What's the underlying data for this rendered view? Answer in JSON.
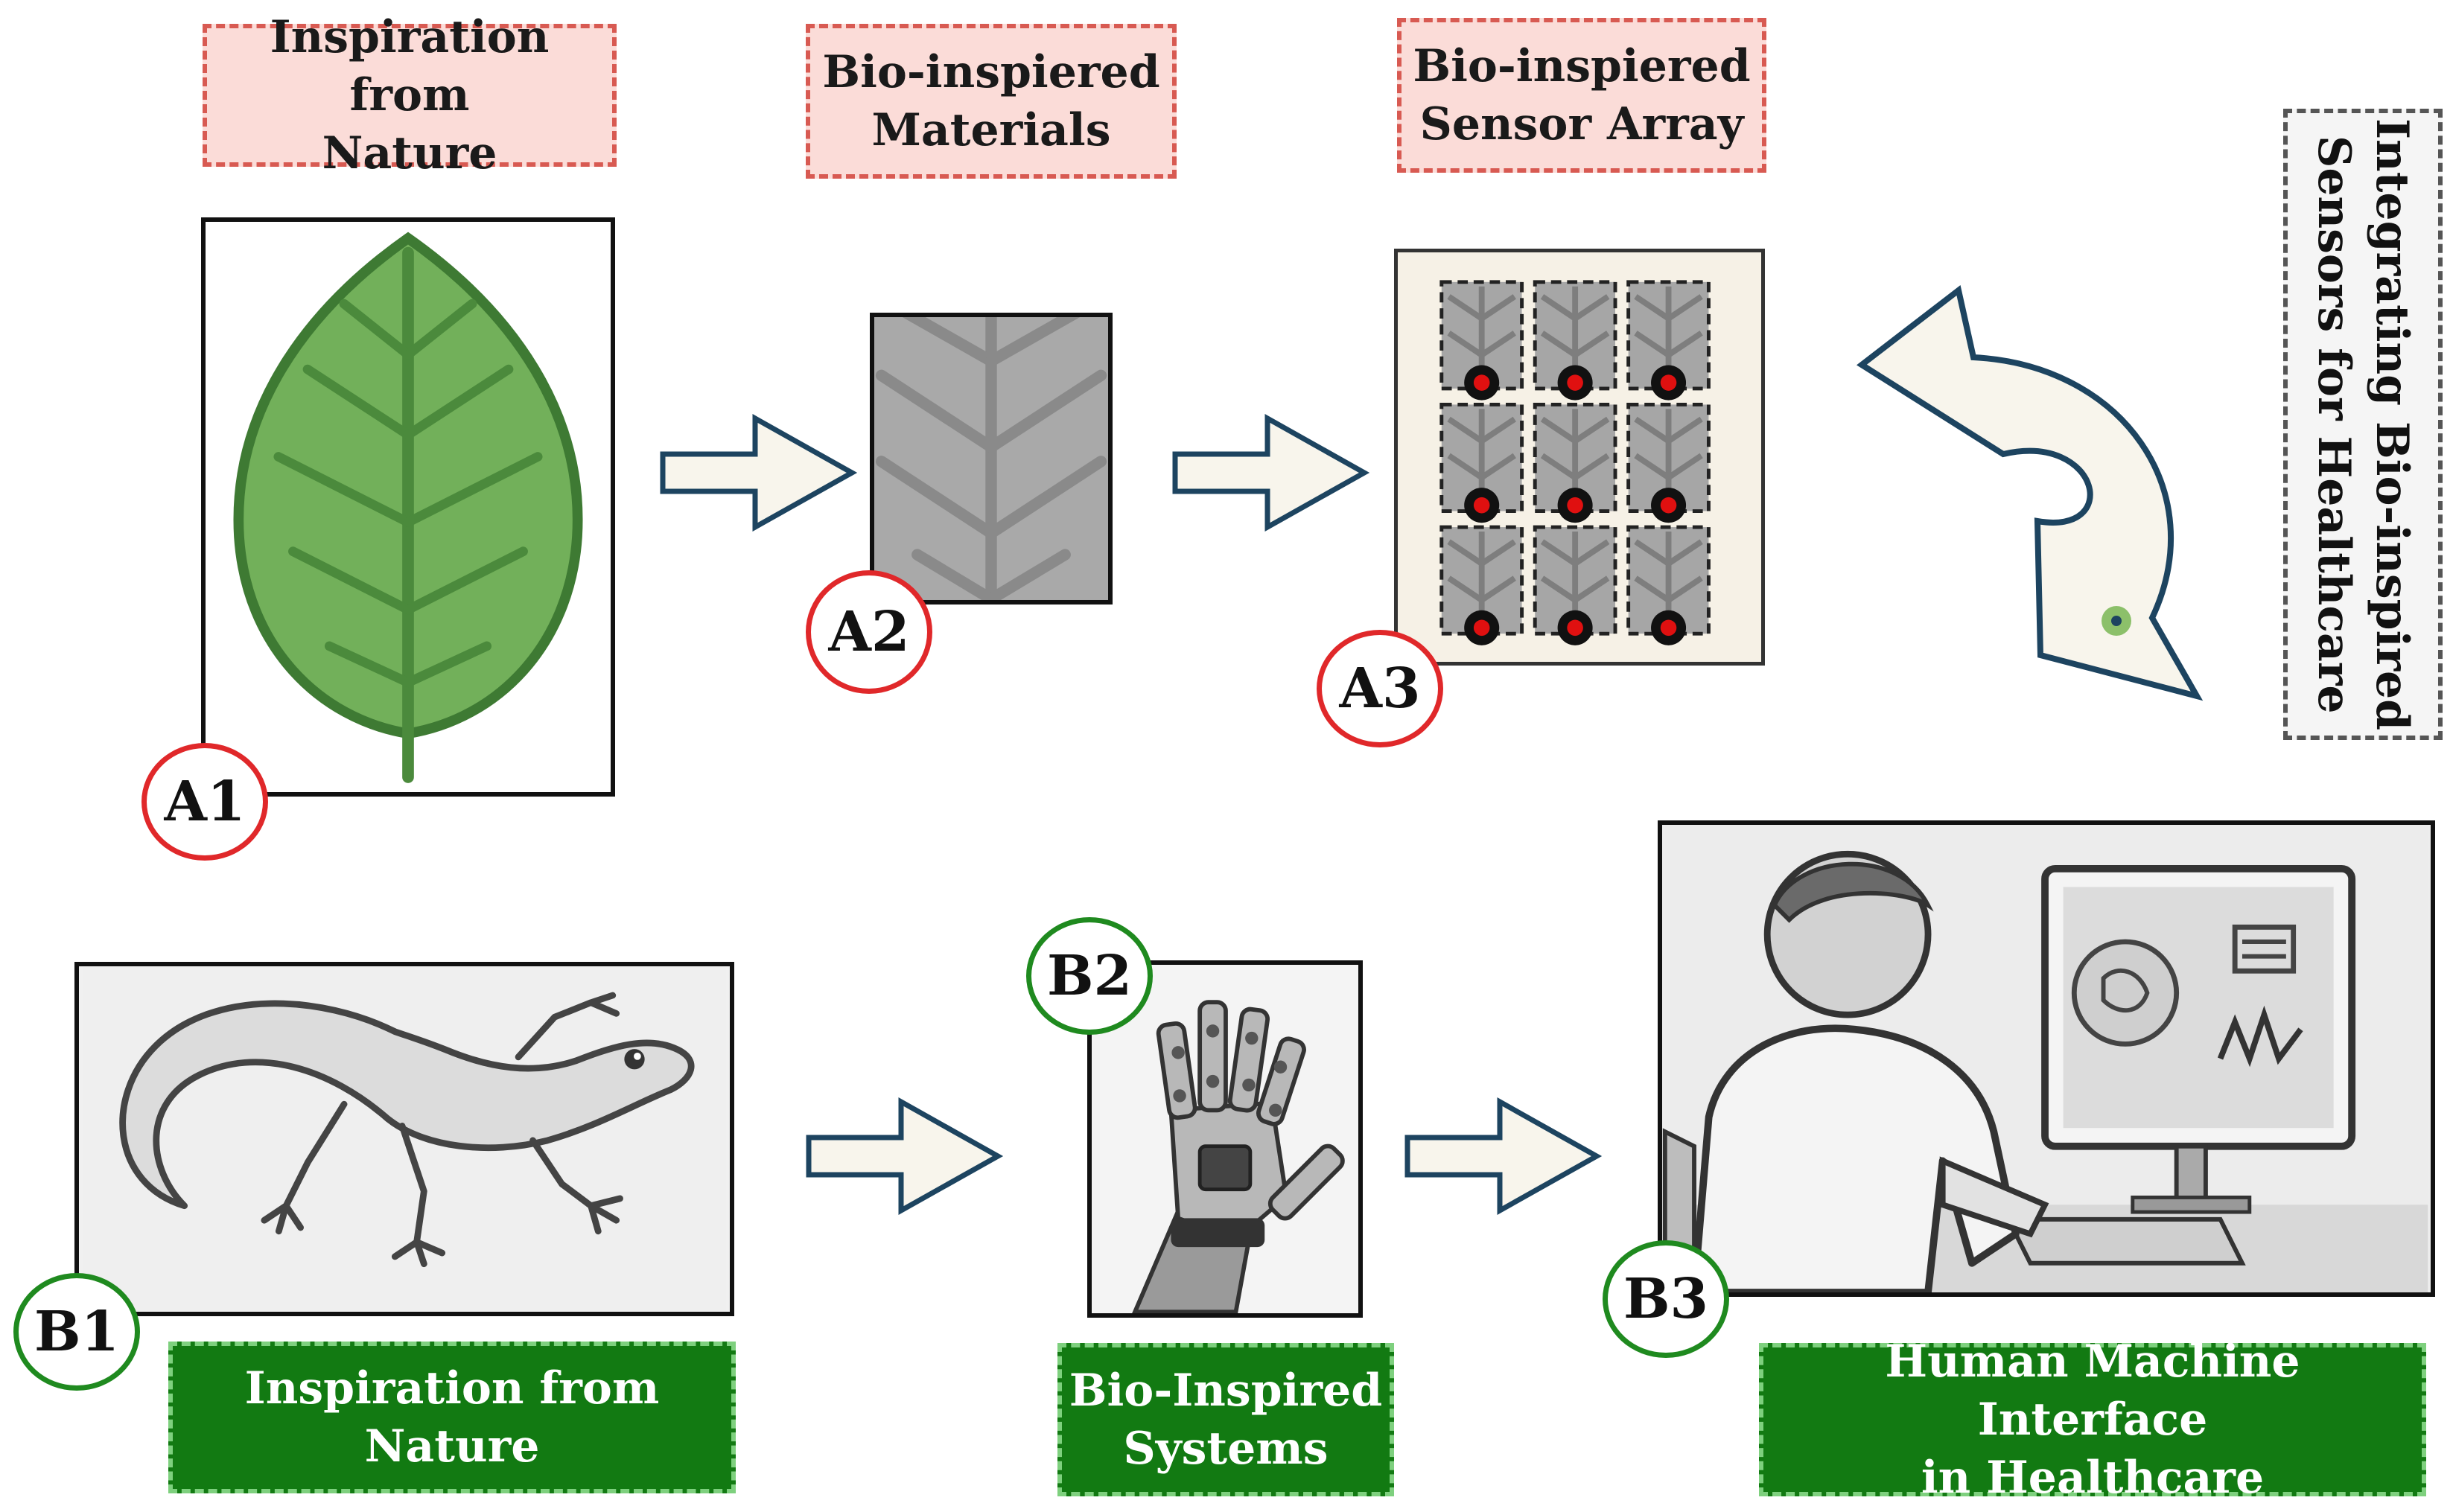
{
  "top_row": {
    "label_nature": "Inspiration from\nNature",
    "label_materials": "Bio-inspiered\nMaterials",
    "label_sensor": "Bio-inspiered\nSensor Array",
    "badge_a1": "A1",
    "badge_a2": "A2",
    "badge_a3": "A3"
  },
  "side_label": "Integrating Bio-inspired\nSensors for Healthcare",
  "bottom_row": {
    "label_nature": "Inspiration from Nature",
    "label_systems": "Bio-Inspired\nSystems",
    "label_hmi": "Human Machine Interface\nin Healthcare",
    "badge_b1": "B1",
    "badge_b2": "B2",
    "badge_b3": "B3"
  },
  "colors": {
    "badge_top": "#e0282a",
    "badge_bottom": "#1f8a1f",
    "arrow_fill": "#f8f5ec",
    "arrow_stroke": "#1d4460",
    "leaf_green": "#72b05a",
    "sensor_dot": "#e01010"
  },
  "icons": [
    "leaf-icon",
    "leaf-texture-icon",
    "sensor-array-icon",
    "curved-arrow-icon",
    "lizard-icon",
    "robotic-hand-icon",
    "doctor-computer-icon"
  ]
}
